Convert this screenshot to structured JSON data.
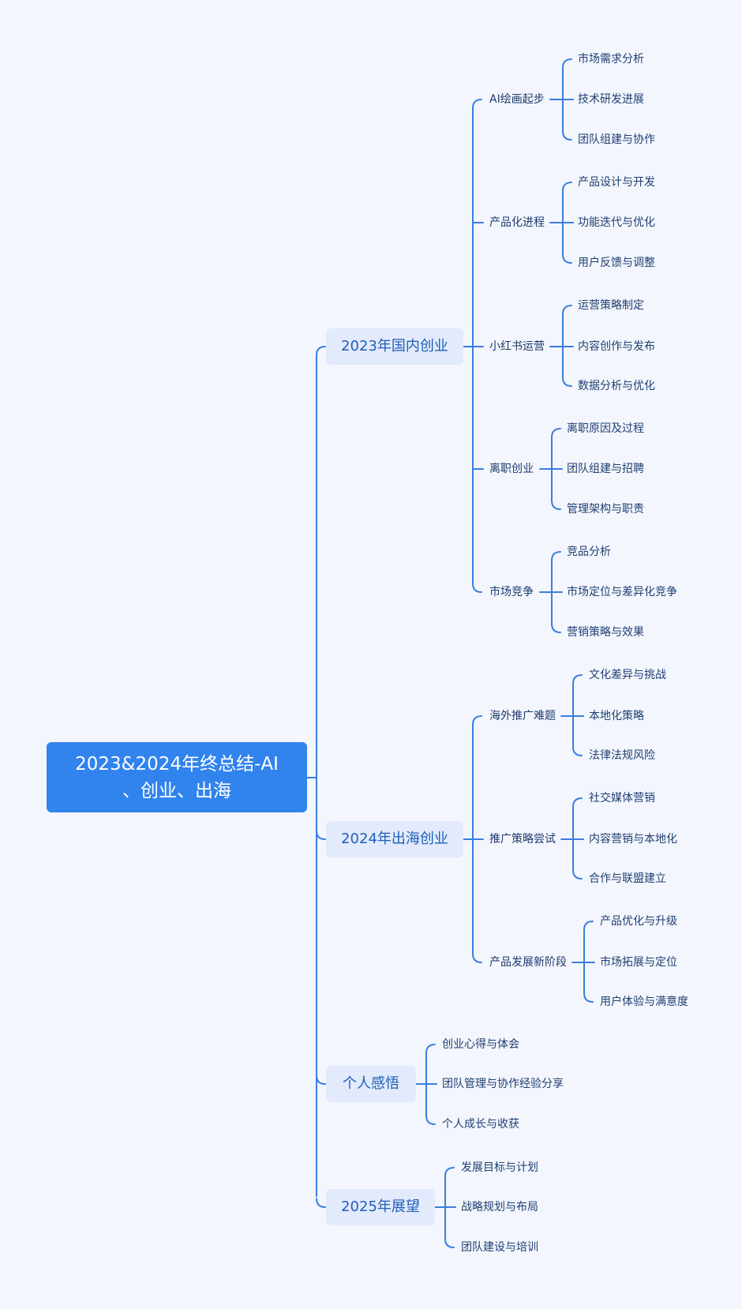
{
  "root": {
    "line1": "2023&2024年终总结-AI",
    "line2": "、创业、出海"
  },
  "branches": [
    {
      "label": "2023年国内创业",
      "children": [
        {
          "label": "AI绘画起步",
          "children": [
            "市场需求分析",
            "技术研发进展",
            "团队组建与协作"
          ]
        },
        {
          "label": "产品化进程",
          "children": [
            "产品设计与开发",
            "功能迭代与优化",
            "用户反馈与调整"
          ]
        },
        {
          "label": "小红书运营",
          "children": [
            "运营策略制定",
            "内容创作与发布",
            "数据分析与优化"
          ]
        },
        {
          "label": "离职创业",
          "children": [
            "离职原因及过程",
            "团队组建与招聘",
            "管理架构与职责"
          ]
        },
        {
          "label": "市场竞争",
          "children": [
            "竞品分析",
            "市场定位与差异化竞争",
            "营销策略与效果"
          ]
        }
      ]
    },
    {
      "label": "2024年出海创业",
      "children": [
        {
          "label": "海外推广难题",
          "children": [
            "文化差异与挑战",
            "本地化策略",
            "法律法规风险"
          ]
        },
        {
          "label": "推广策略尝试",
          "children": [
            "社交媒体营销",
            "内容营销与本地化",
            "合作与联盟建立"
          ]
        },
        {
          "label": "产品发展新阶段",
          "children": [
            "产品优化与升级",
            "市场拓展与定位",
            "用户体验与满意度"
          ]
        }
      ]
    },
    {
      "label": "个人感悟",
      "children": [
        "创业心得与体会",
        "团队管理与协作经验分享",
        "个人成长与收获"
      ]
    },
    {
      "label": "2025年展望",
      "children": [
        "发展目标与计划",
        "战略规划与布局",
        "团队建设与培训"
      ]
    }
  ]
}
